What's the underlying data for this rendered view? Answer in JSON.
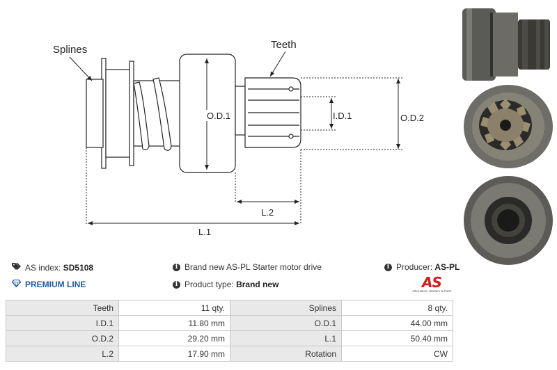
{
  "drawing": {
    "callouts": {
      "splines": "Splines",
      "teeth": "Teeth"
    },
    "dims": {
      "od1": "O.D.1",
      "id1": "I.D.1",
      "od2": "O.D.2",
      "l1": "L.1",
      "l2": "L.2"
    }
  },
  "info": {
    "as_index_label": "AS index:",
    "as_index_value": "SD5108",
    "premium_line": "PREMIUM LINE",
    "description": "Brand new AS-PL Starter motor drive",
    "product_type_label": "Product type:",
    "product_type_value": "Brand new",
    "producer_label": "Producer:",
    "producer_value": "AS-PL",
    "logo_mark": "AS",
    "logo_sub": "Alternators, Starters & Parts"
  },
  "specs": [
    {
      "label1": "Teeth",
      "value1": "11 qty.",
      "label2": "Splines",
      "value2": "8 qty."
    },
    {
      "label1": "I.D.1",
      "value1": "11.80 mm",
      "label2": "O.D.1",
      "value2": "44.00 mm"
    },
    {
      "label1": "O.D.2",
      "value1": "29.20 mm",
      "label2": "L.1",
      "value2": "50.40 mm"
    },
    {
      "label1": "L.2",
      "value1": "17.90 mm",
      "label2": "Rotation",
      "value2": "CW"
    }
  ],
  "icons": {
    "tag": "tag-icon",
    "diamond": "diamond-icon",
    "info": "info-icon"
  },
  "colors": {
    "premium": "#1e5aa8",
    "logo": "#d71920",
    "table_label_bg": "#e9e9e9",
    "table_border": "#c8c8c8"
  }
}
